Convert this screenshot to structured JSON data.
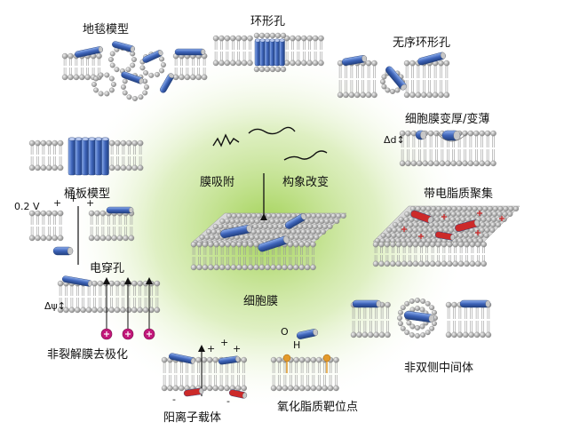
{
  "labels": {
    "carpet": "地毯模型",
    "toroidal_pore": "环形孔",
    "disordered_toroidal": "无序环形孔",
    "thickening": "细胞膜变厚/变薄",
    "barrel_stave": "桶板模型",
    "charged_lipid_clustering": "带电脂质聚集",
    "electroporation": "电穿孔",
    "non_lytic_depolarization": "非裂解膜去极化",
    "non_bilayer": "非双侧中间体",
    "anion_carrier": "阳离子载体",
    "oxidized_lipid": "氧化脂质靶位点",
    "membrane_adsorption": "膜吸附",
    "conformation_change": "构象改变",
    "cell_membrane": "细胞膜"
  },
  "annotations": {
    "voltage": "0.2 V",
    "delta_d": "Δd↕",
    "delta_psi": "Δψ↕",
    "o_label": "O",
    "h_label": "H",
    "plus": "+",
    "minus": "-"
  },
  "colors": {
    "peptide_blue": "#3d63b8",
    "lipid_head": "#b8b8b8",
    "positive_red": "#cc2a2a",
    "charge_magenta": "#c2187a",
    "glow_green": "#7fbf2f"
  }
}
